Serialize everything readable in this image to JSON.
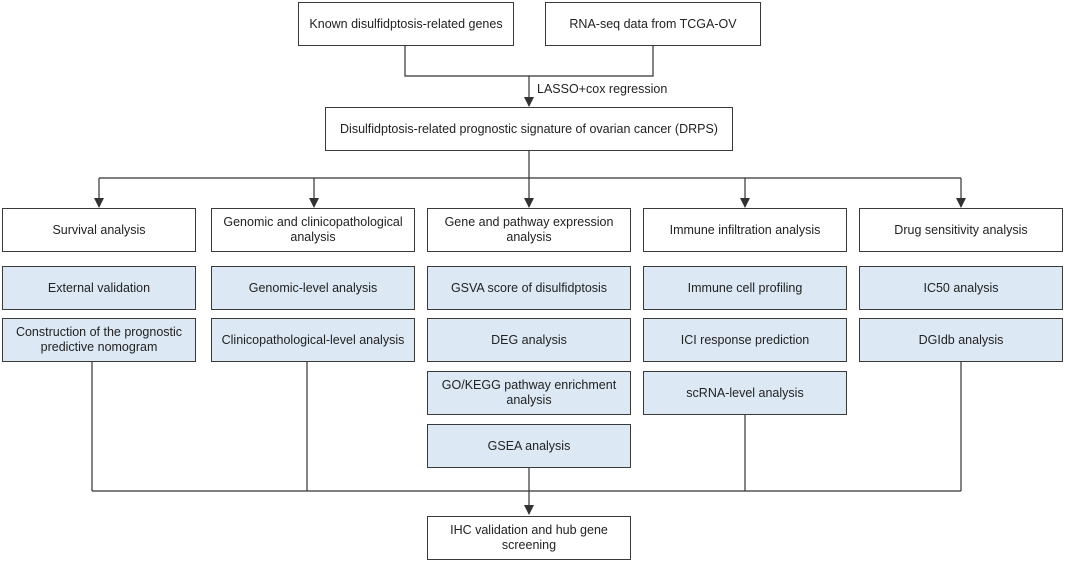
{
  "inputs": {
    "genes": "Known disulfidptosis-related genes",
    "rnaseq": "RNA-seq data from TCGA-OV"
  },
  "method_label": "LASSO+cox regression",
  "signature": "Disulfidptosis-related prognostic signature of ovarian cancer (DRPS)",
  "columns": [
    {
      "header": "Survival analysis",
      "items": [
        "External validation",
        "Construction of the prognostic predictive nomogram"
      ]
    },
    {
      "header": "Genomic and clinicopathological analysis",
      "items": [
        "Genomic-level analysis",
        "Clinicopathological-level analysis"
      ]
    },
    {
      "header": "Gene and pathway expression analysis",
      "items": [
        "GSVA score of disulfidptosis",
        "DEG analysis",
        "GO/KEGG pathway enrichment analysis",
        "GSEA analysis"
      ]
    },
    {
      "header": "Immune infiltration analysis",
      "items": [
        "Immune cell profiling",
        "ICI response prediction",
        "scRNA-level analysis"
      ]
    },
    {
      "header": "Drug sensitivity analysis",
      "items": [
        "IC50 analysis",
        "DGIdb analysis"
      ]
    }
  ],
  "final": "IHC validation and hub gene screening",
  "colors": {
    "item_fill": "#dce8f3",
    "border": "#3a3a3a",
    "line": "#333333"
  }
}
